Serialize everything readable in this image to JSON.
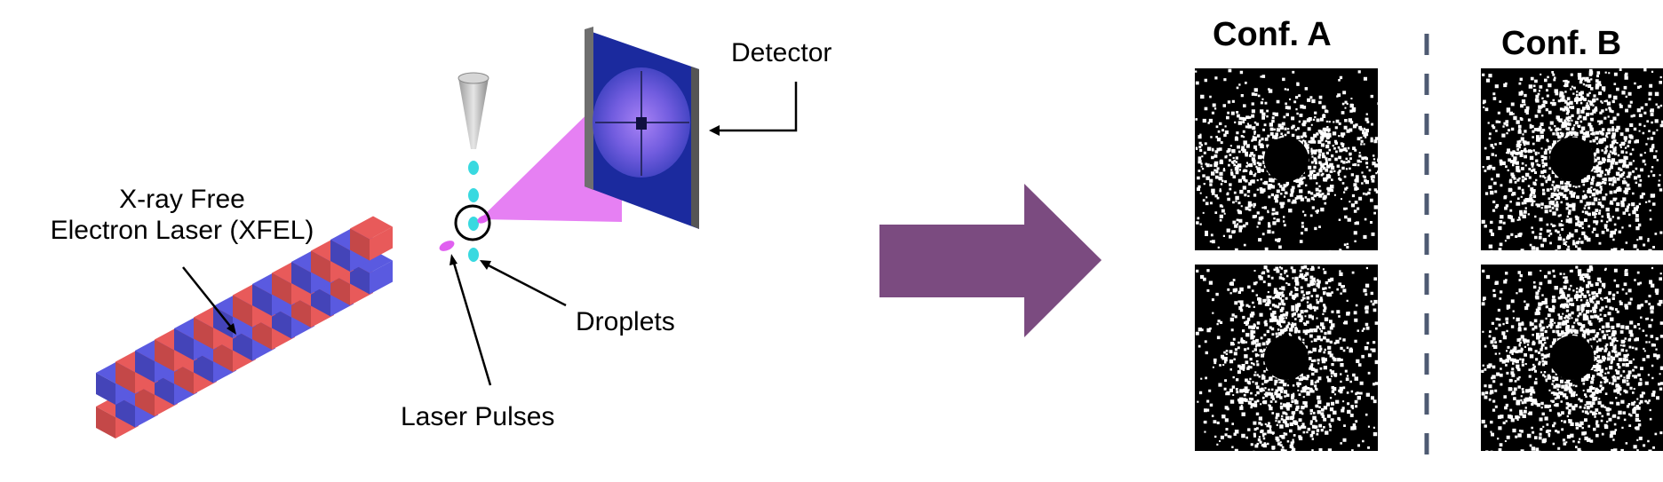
{
  "labels": {
    "xfel_line1": "X-ray Free",
    "xfel_line2": "Electron Laser (XFEL)",
    "detector": "Detector",
    "droplets": "Droplets",
    "laser_pulses": "Laser Pulses"
  },
  "configurations": [
    {
      "title": "Conf. A",
      "patterns": 2
    },
    {
      "title": "Conf. B",
      "patterns": 2
    }
  ],
  "colors": {
    "undulator_red": "#e85a5a",
    "undulator_blue": "#5a5ae0",
    "droplet": "#39d9e0",
    "laser_pulse": "#e060f0",
    "beam_cone": "#e060f0",
    "detector_panel": "#1a2a9c",
    "arrow": "#7b4b80",
    "divider": "#4e5a72"
  }
}
